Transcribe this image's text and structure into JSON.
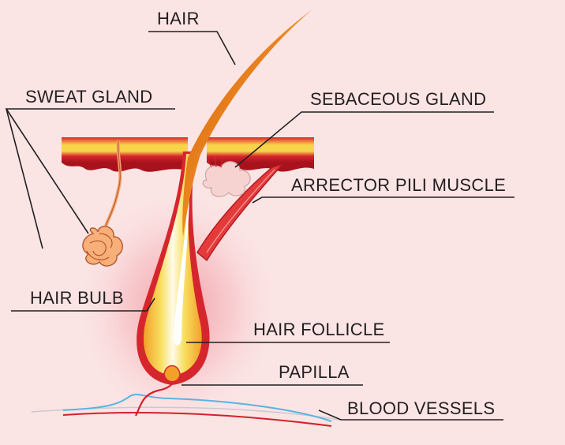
{
  "diagram": {
    "labels": {
      "hair": "HAIR",
      "sweat_gland": "SWEAT GLAND",
      "sebaceous_gland": "SEBACEOUS GLAND",
      "arrector_pili_muscle": "ARRECTOR PILI MUSCLE",
      "hair_bulb": "HAIR BULB",
      "hair_follicle": "HAIR FOLLICLE",
      "papilla": "PAPILLA",
      "blood_vessels": "BLOOD VESSELS"
    },
    "colors": {
      "background": "#fbe4e4",
      "skin_red": "#d6262d",
      "skin_yellow": "#f7d44a",
      "hair_orange": "#e9801e",
      "gland_orange": "#f4a06b",
      "sebaceous_pink": "#f6d3d0",
      "vessel_blue": "#5ab4e0",
      "vessel_red": "#d3202a",
      "text": "#231f20"
    }
  }
}
